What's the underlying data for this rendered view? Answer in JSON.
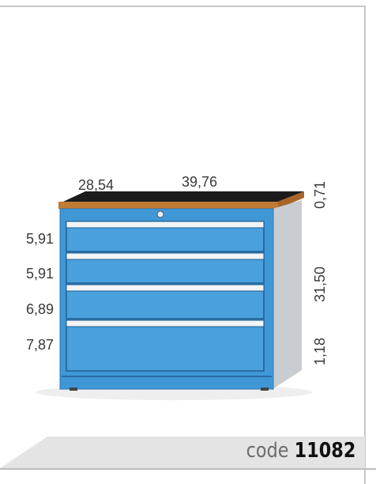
{
  "product": {
    "code_prefix": "code",
    "code_number": "11082"
  },
  "dimensions": {
    "depth": "28,54",
    "width": "39,76",
    "top_thickness": "0,71",
    "body_height": "31,50",
    "plinth_height": "1,18",
    "drawer_heights": [
      "5,91",
      "5,91",
      "6,89",
      "7,87"
    ]
  },
  "colors": {
    "cabinet_blue": "#3f97d6",
    "side_grey": "#c9ccd0",
    "worktop_wood": "#c07a34",
    "worktop_black": "#1b1b1b"
  }
}
